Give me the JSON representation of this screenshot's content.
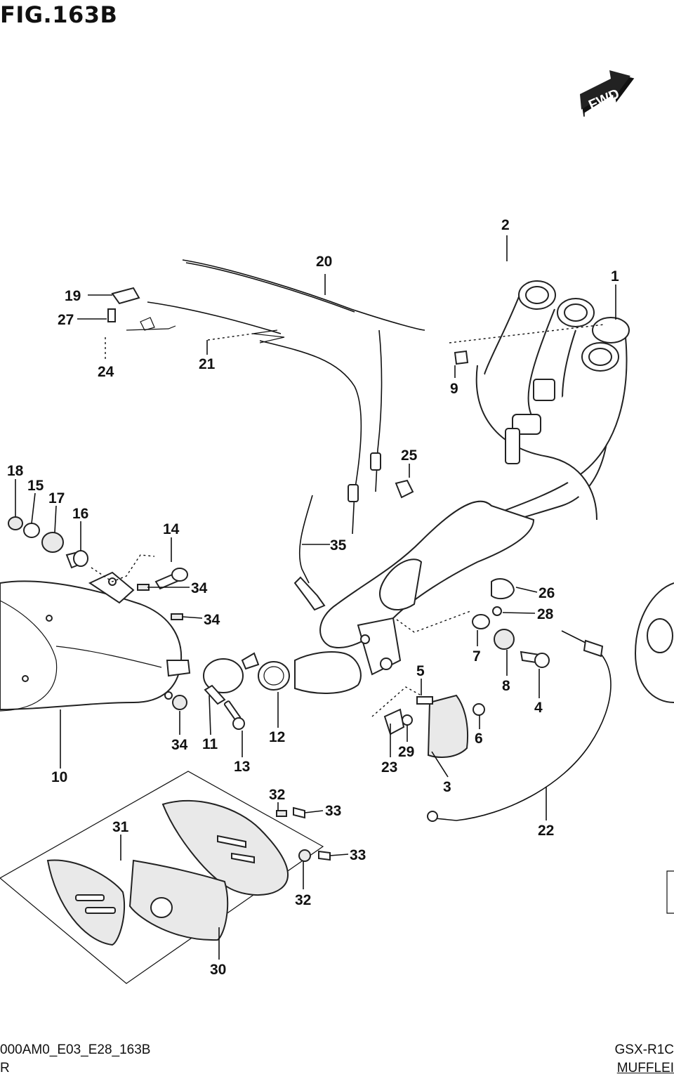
{
  "header": {
    "title": "FIG.163B"
  },
  "footer": {
    "code": "000AM0_E03_E28_163B",
    "section_fragment": "R",
    "model_fragment": "GSX-R1C",
    "section_name_fragment": "MUFFLEI"
  },
  "fwd_badge": {
    "label": "FWD"
  },
  "callouts": [
    {
      "id": "c1",
      "label": "1"
    },
    {
      "id": "c2",
      "label": "2"
    },
    {
      "id": "c3",
      "label": "3"
    },
    {
      "id": "c4",
      "label": "4"
    },
    {
      "id": "c5",
      "label": "5"
    },
    {
      "id": "c6",
      "label": "6"
    },
    {
      "id": "c7",
      "label": "7"
    },
    {
      "id": "c8",
      "label": "8"
    },
    {
      "id": "c9",
      "label": "9"
    },
    {
      "id": "c10",
      "label": "10"
    },
    {
      "id": "c11",
      "label": "11"
    },
    {
      "id": "c12",
      "label": "12"
    },
    {
      "id": "c13",
      "label": "13"
    },
    {
      "id": "c14",
      "label": "14"
    },
    {
      "id": "c15",
      "label": "15"
    },
    {
      "id": "c16",
      "label": "16"
    },
    {
      "id": "c17",
      "label": "17"
    },
    {
      "id": "c18",
      "label": "18"
    },
    {
      "id": "c19",
      "label": "19"
    },
    {
      "id": "c20",
      "label": "20"
    },
    {
      "id": "c21",
      "label": "21"
    },
    {
      "id": "c22",
      "label": "22"
    },
    {
      "id": "c23",
      "label": "23"
    },
    {
      "id": "c24",
      "label": "24"
    },
    {
      "id": "c25",
      "label": "25"
    },
    {
      "id": "c26",
      "label": "26"
    },
    {
      "id": "c27",
      "label": "27"
    },
    {
      "id": "c28",
      "label": "28"
    },
    {
      "id": "c29",
      "label": "29"
    },
    {
      "id": "c30",
      "label": "30"
    },
    {
      "id": "c31",
      "label": "31"
    },
    {
      "id": "c32a",
      "label": "32"
    },
    {
      "id": "c32b",
      "label": "32"
    },
    {
      "id": "c33a",
      "label": "33"
    },
    {
      "id": "c33b",
      "label": "33"
    },
    {
      "id": "c34a",
      "label": "34"
    },
    {
      "id": "c34b",
      "label": "34"
    },
    {
      "id": "c34c",
      "label": "34"
    },
    {
      "id": "c35",
      "label": "35"
    }
  ]
}
